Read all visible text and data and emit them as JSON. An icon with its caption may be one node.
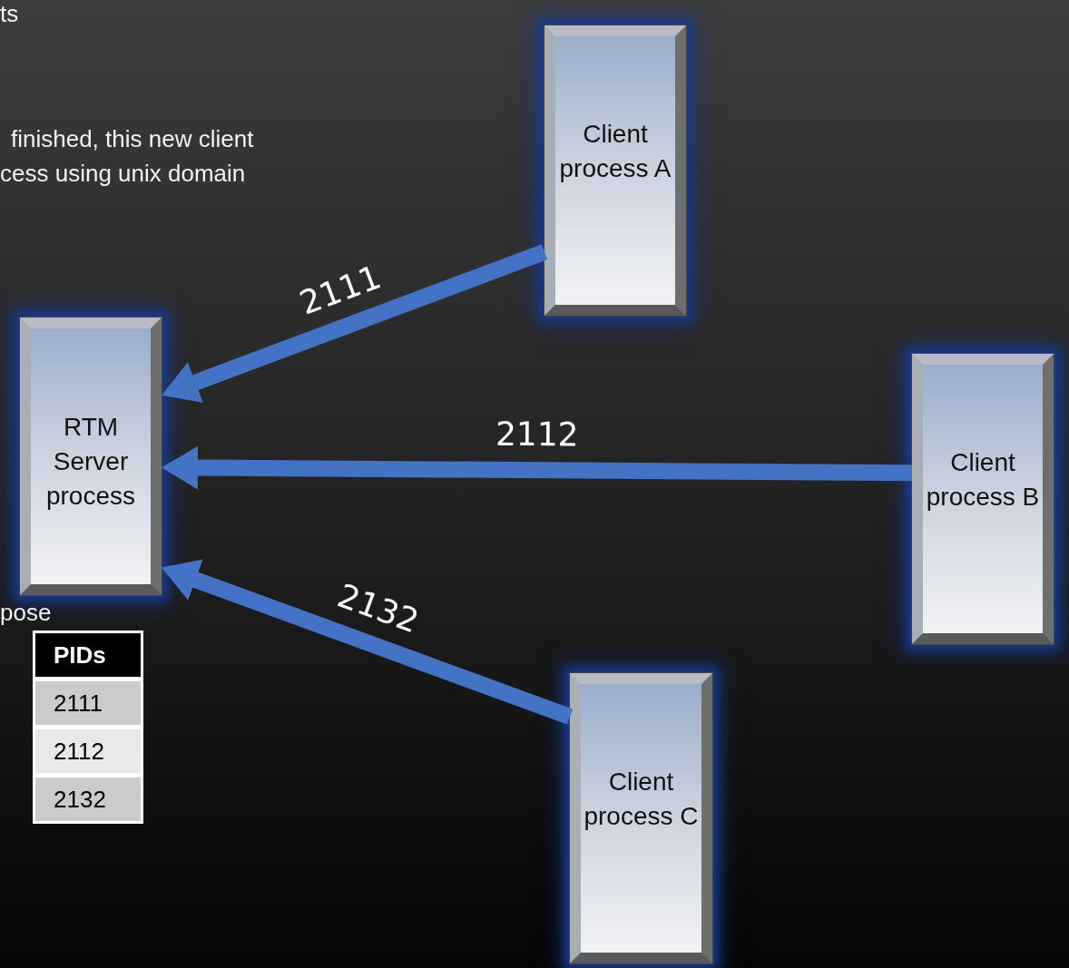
{
  "diagram": {
    "nodes": [
      {
        "text": [
          "RTM Server process"
        ]
      },
      {
        "text": [
          "Client process A"
        ]
      },
      {
        "text": [
          "Client process B"
        ]
      },
      {
        "text": [
          "Client process C"
        ]
      }
    ],
    "edges": [
      {
        "from": 1,
        "to": 0,
        "arrow": "to",
        "label": "2111"
      },
      {
        "from": 2,
        "to": 0,
        "arrow": "to",
        "label": "2112"
      },
      {
        "from": 3,
        "to": 0,
        "arrow": "to",
        "label": "2132"
      }
    ],
    "labels": [
      "ts",
      "finished, this new client",
      "cess using unix domain",
      "pose",
      "PIDs",
      "2111",
      "2112",
      "2132"
    ]
  }
}
